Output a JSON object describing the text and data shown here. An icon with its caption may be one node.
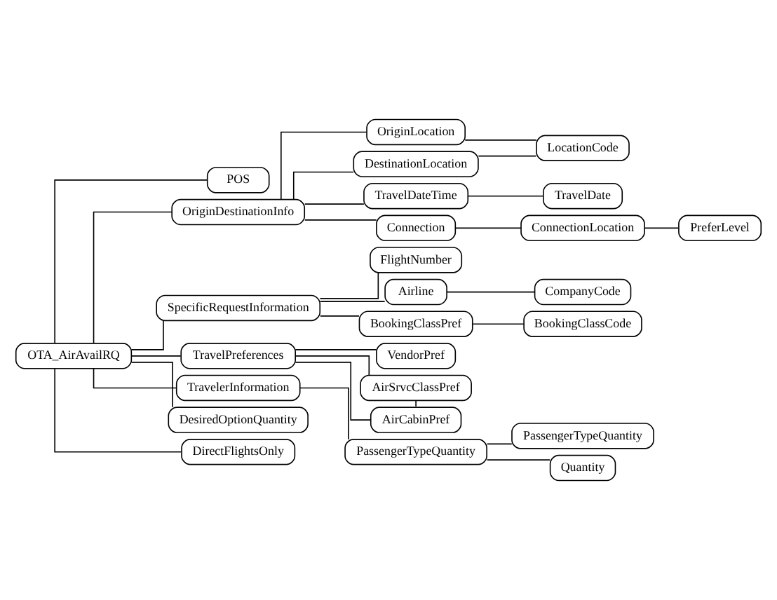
{
  "diagram": {
    "nodes": [
      {
        "text": [
          "OTA_AirAvailRQ"
        ]
      },
      {
        "text": [
          "POS"
        ]
      },
      {
        "text": [
          "OriginDestinationInfo"
        ]
      },
      {
        "text": [
          "SpecificRequestInformation"
        ]
      },
      {
        "text": [
          "TravelPreferences"
        ]
      },
      {
        "text": [
          "TravelerInformation"
        ]
      },
      {
        "text": [
          "DesiredOptionQuantity"
        ]
      },
      {
        "text": [
          "DirectFlightsOnly"
        ]
      },
      {
        "text": [
          "OriginLocation"
        ]
      },
      {
        "text": [
          "DestinationLocation"
        ]
      },
      {
        "text": [
          "LocationCode"
        ]
      },
      {
        "text": [
          "TravelDateTime"
        ]
      },
      {
        "text": [
          "TravelDate"
        ]
      },
      {
        "text": [
          "Connection"
        ]
      },
      {
        "text": [
          "ConnectionLocation"
        ]
      },
      {
        "text": [
          "PreferLevel"
        ]
      },
      {
        "text": [
          "FlightNumber"
        ]
      },
      {
        "text": [
          "Airline"
        ]
      },
      {
        "text": [
          "CompanyCode"
        ]
      },
      {
        "text": [
          "BookingClassPref"
        ]
      },
      {
        "text": [
          "BookingClassCode"
        ]
      },
      {
        "text": [
          "VendorPref"
        ]
      },
      {
        "text": [
          "AirSrvcClassPref"
        ]
      },
      {
        "text": [
          "AirCabinPref"
        ]
      },
      {
        "text": [
          "PassengerTypeQuantity"
        ]
      },
      {
        "text": [
          "PassengerTypeQuantity"
        ]
      },
      {
        "text": [
          "Quantity"
        ]
      }
    ],
    "edges": [
      {
        "from": 0,
        "to": 1,
        "arrow": "none"
      },
      {
        "from": 0,
        "to": 2,
        "arrow": "none"
      },
      {
        "from": 0,
        "to": 3,
        "arrow": "none"
      },
      {
        "from": 0,
        "to": 4,
        "arrow": "none"
      },
      {
        "from": 0,
        "to": 5,
        "arrow": "none"
      },
      {
        "from": 0,
        "to": 6,
        "arrow": "none"
      },
      {
        "from": 0,
        "to": 7,
        "arrow": "none"
      },
      {
        "from": 2,
        "to": 8,
        "arrow": "none"
      },
      {
        "from": 2,
        "to": 9,
        "arrow": "none"
      },
      {
        "from": 2,
        "to": 11,
        "arrow": "none"
      },
      {
        "from": 2,
        "to": 13,
        "arrow": "none"
      },
      {
        "from": 8,
        "to": 10,
        "arrow": "none"
      },
      {
        "from": 9,
        "to": 10,
        "arrow": "none"
      },
      {
        "from": 11,
        "to": 12,
        "arrow": "none"
      },
      {
        "from": 13,
        "to": 14,
        "arrow": "none"
      },
      {
        "from": 14,
        "to": 15,
        "arrow": "none"
      },
      {
        "from": 3,
        "to": 16,
        "arrow": "none"
      },
      {
        "from": 3,
        "to": 17,
        "arrow": "none"
      },
      {
        "from": 3,
        "to": 19,
        "arrow": "none"
      },
      {
        "from": 17,
        "to": 18,
        "arrow": "none"
      },
      {
        "from": 19,
        "to": 20,
        "arrow": "none"
      },
      {
        "from": 4,
        "to": 21,
        "arrow": "none"
      },
      {
        "from": 4,
        "to": 22,
        "arrow": "none"
      },
      {
        "from": 4,
        "to": 23,
        "arrow": "none"
      },
      {
        "from": 22,
        "to": 23,
        "arrow": "none",
        "style": "dashed"
      },
      {
        "from": 5,
        "to": 24,
        "arrow": "none"
      },
      {
        "from": 24,
        "to": 25,
        "arrow": "none"
      },
      {
        "from": 24,
        "to": 26,
        "arrow": "none"
      }
    ]
  }
}
